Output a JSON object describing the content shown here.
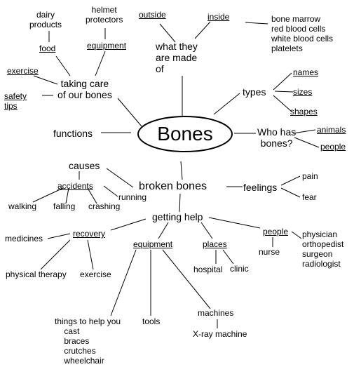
{
  "center": "Bones",
  "labels": {
    "dairy_products": "dairy\nproducts",
    "helmet_protectors": "helmet\nprotectors",
    "food": "food",
    "equipment_care": "equipment",
    "outside": "outside",
    "inside": "inside",
    "inside_items": "bone marrow\nred blood cells\nwhite blood cells\nplatelets",
    "made_of": "what they\nare made\nof",
    "exercise_care": "exercise",
    "taking_care": "taking care\nof our bones",
    "safety_tips": "safety\ntips",
    "types": "types",
    "names": "names",
    "sizes": "sizes",
    "shapes": "shapes",
    "functions": "functions",
    "who_has": "Who has\nbones?",
    "animals": "animals",
    "people_who": "people",
    "causes": "causes",
    "accidents": "accidents",
    "running": "running",
    "walking": "walking",
    "falling": "falling",
    "crashing": "crashing",
    "broken_bones": "broken bones",
    "feelings": "feelings",
    "pain": "pain",
    "fear": "fear",
    "getting_help": "getting help",
    "medicines": "medicines",
    "recovery": "recovery",
    "physical_therapy": "physical therapy",
    "exercise_recovery": "exercise",
    "equipment_help": "equipment",
    "places": "places",
    "hospital": "hospital",
    "clinic": "clinic",
    "people_help": "people",
    "nurse": "nurse",
    "people_list": "physician\northopedist\nsurgeon\nradiologist",
    "things_to_help": "things to help you\n    cast\n    braces\n    crutches\n    wheelchair",
    "tools": "tools",
    "machines": "machines",
    "xray": "X-ray machine"
  },
  "colors": {
    "ink": "#000000",
    "background": "#ffffff"
  }
}
